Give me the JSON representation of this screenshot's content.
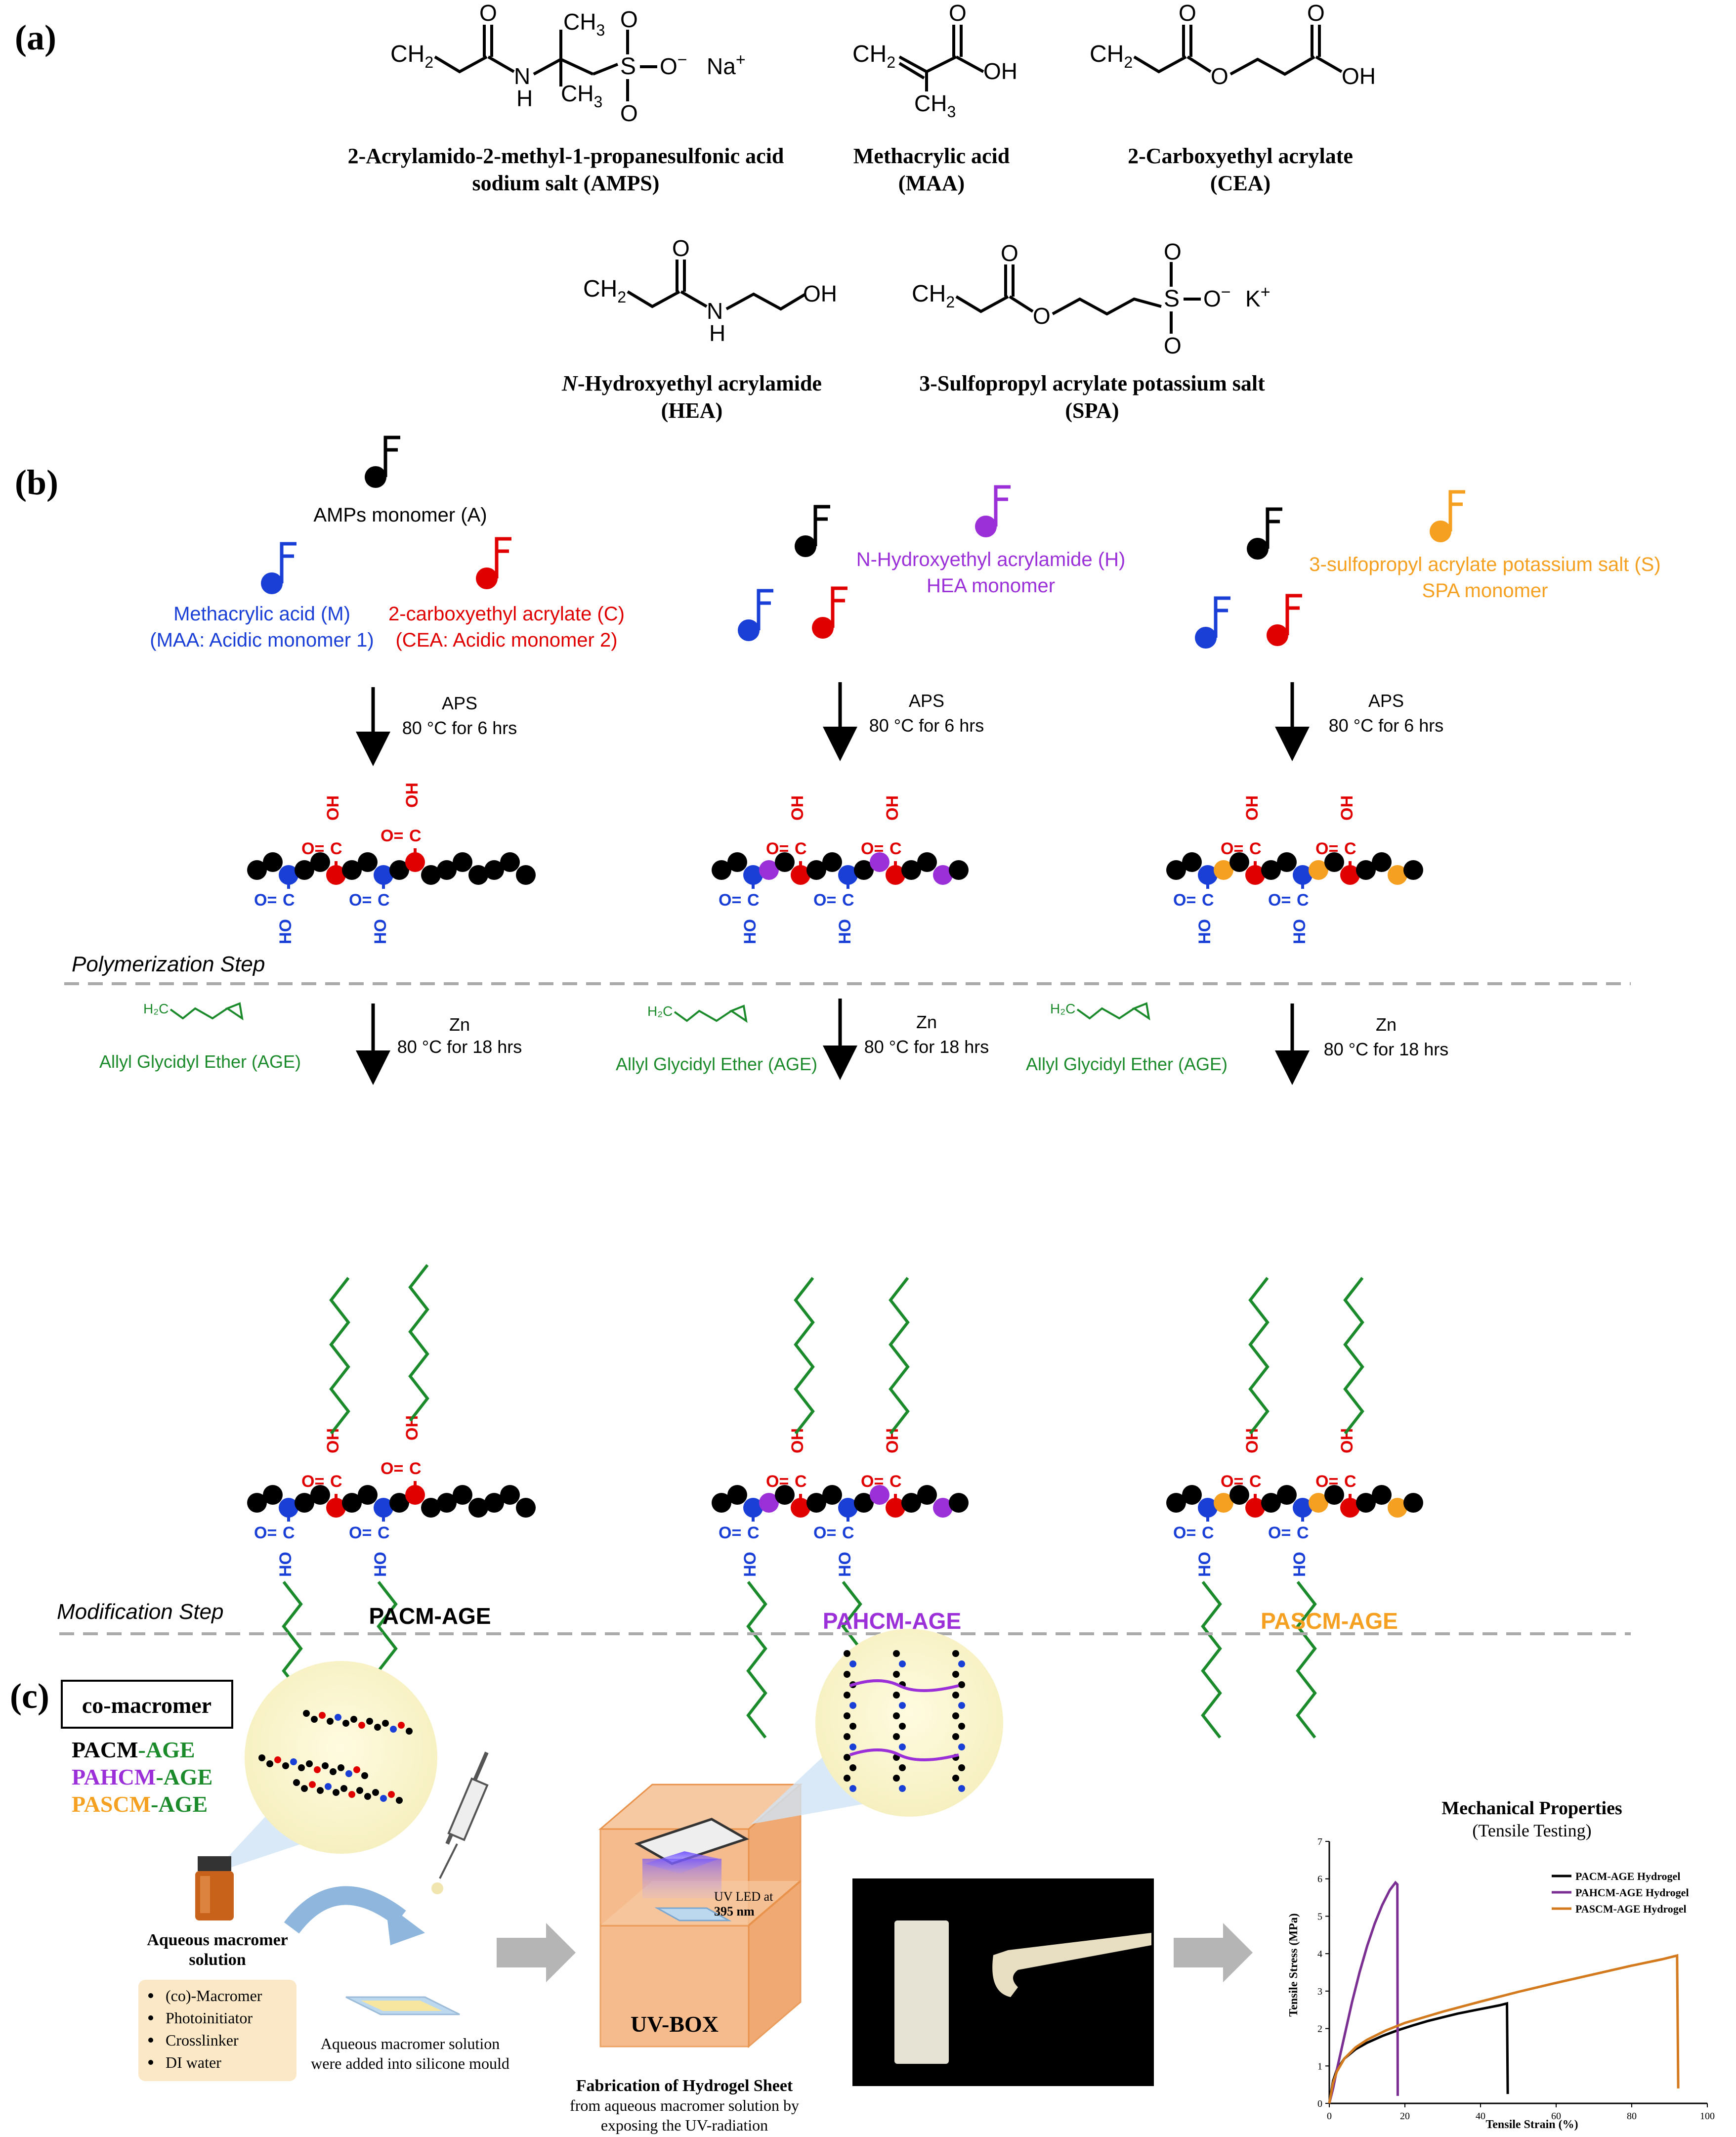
{
  "panels": {
    "a": "(a)",
    "b": "(b)",
    "c": "(c)"
  },
  "monomers": [
    {
      "name_line1": "2-Acrylamido-2-methyl-1-propanesulfonic acid",
      "name_line2": "sodium salt (AMPS)"
    },
    {
      "name_line1": "Methacrylic acid",
      "name_line2": "(MAA)"
    },
    {
      "name_line1": "2-Carboxyethyl acrylate",
      "name_line2": "(CEA)"
    },
    {
      "name_prefix": "N",
      "name_line1": "-Hydroxyethyl acrylamide",
      "name_line2": "(HEA)"
    },
    {
      "name_line1": "3-Sulfopropyl acrylate potassium salt",
      "name_line2": "(SPA)"
    }
  ],
  "atoms": {
    "ch2": "CH",
    "two": "2",
    "o": "O",
    "oh": "OH",
    "h": "H",
    "n": "N",
    "ch3": "CH",
    "three": "3",
    "s": "S",
    "o_minus": "O",
    "minus": "−",
    "na": "Na",
    "k": "K",
    "plus": "+",
    "c": "C",
    "ho": "HO",
    "h2c": "H₂C"
  },
  "legend_b": {
    "amps": "AMPs monomer (A)",
    "maa_line1": "Methacrylic acid (M)",
    "maa_line2": "(MAA: Acidic monomer 1)",
    "cea_line1": "2-carboxyethyl acrylate (C)",
    "cea_line2": "(CEA: Acidic monomer 2)",
    "hea_line1": "N-Hydroxyethyl acrylamide (H)",
    "hea_line2": "HEA monomer",
    "spa_line1": "3-sulfopropyl acrylate potassium salt (S)",
    "spa_line2": "SPA monomer"
  },
  "conditions": {
    "aps": "APS",
    "aps_temp": "80 °C for 6 hrs",
    "zn": "Zn",
    "zn_temp": "80 °C for 18 hrs",
    "age": "Allyl Glycidyl Ether (AGE)"
  },
  "steps": {
    "polymerization": "Polymerization Step",
    "modification": "Modification Step"
  },
  "products": [
    {
      "name": "PACM-AGE",
      "color": "#000000"
    },
    {
      "name": "PAHCM-AGE",
      "color": "#9b30d9"
    },
    {
      "name": "PASCM-AGE",
      "color": "#f5a020"
    }
  ],
  "colors": {
    "amps": "#000000",
    "maa": "#1a3fd6",
    "cea": "#e00000",
    "hea": "#9b30d9",
    "spa": "#f5a020",
    "age": "#1a8a2a"
  },
  "panel_c": {
    "comacromer_title": "co-macromer",
    "list": [
      {
        "prefix": "PACM",
        "suffix": "-AGE",
        "prefix_color": "#000000"
      },
      {
        "prefix": "PAHCM",
        "suffix": "-AGE",
        "prefix_color": "#9b30d9"
      },
      {
        "prefix": "PASCM",
        "suffix": "-AGE",
        "prefix_color": "#f5a020"
      }
    ],
    "vial_label_line1": "Aqueous macromer",
    "vial_label_line2": "solution",
    "ingredients": [
      "(co)-Macromer",
      "Photoinitiator",
      "Crosslinker",
      "DI water"
    ],
    "mould_line1": "Aqueous macromer solution",
    "mould_line2": "were added into silicone mould",
    "uv_led_line1": "UV LED at",
    "uv_led_line2": "395 nm",
    "uv_box": "UV-BOX",
    "fab_line1": "Fabrication of Hydrogel Sheet",
    "fab_line2": "from aqueous macromer solution by",
    "fab_line3": "exposing the UV-radiation"
  },
  "chart_data": {
    "type": "line",
    "title": "Mechanical Properties",
    "subtitle": "(Tensile Testing)",
    "xlabel": "Tensile Strain (%)",
    "ylabel": "Tensile Stress (MPa)",
    "xlim": [
      0,
      100
    ],
    "ylim": [
      0,
      7
    ],
    "xticks": [
      0,
      20,
      40,
      60,
      80,
      100
    ],
    "yticks": [
      0,
      1,
      2,
      3,
      4,
      5,
      6,
      7
    ],
    "legend_position": "top-right",
    "series": [
      {
        "name": "PACM-AGE Hydrogel",
        "color": "#000000",
        "x": [
          0,
          1,
          2,
          4,
          7,
          10,
          14,
          18,
          22,
          26,
          30,
          34,
          38,
          42,
          45,
          47,
          47.2
        ],
        "y": [
          0,
          0.6,
          0.9,
          1.2,
          1.45,
          1.62,
          1.8,
          1.95,
          2.08,
          2.2,
          2.3,
          2.4,
          2.48,
          2.56,
          2.62,
          2.67,
          0.25
        ]
      },
      {
        "name": "PAHCM-AGE Hydrogel",
        "color": "#7b2f93",
        "x": [
          0,
          1,
          2,
          4,
          6,
          8,
          10,
          12,
          14,
          16,
          17.5,
          18,
          18.1
        ],
        "y": [
          0,
          0.4,
          0.9,
          1.8,
          2.7,
          3.5,
          4.2,
          4.8,
          5.3,
          5.7,
          5.9,
          5.85,
          0.2
        ]
      },
      {
        "name": "PASCM-AGE Hydrogel",
        "color": "#d47a1e",
        "x": [
          0,
          1,
          2,
          4,
          7,
          10,
          15,
          20,
          30,
          40,
          50,
          60,
          70,
          80,
          88,
          92,
          92.3
        ],
        "y": [
          0,
          0.55,
          0.85,
          1.2,
          1.5,
          1.7,
          1.95,
          2.15,
          2.45,
          2.72,
          2.98,
          3.22,
          3.45,
          3.68,
          3.85,
          3.95,
          0.4
        ]
      }
    ]
  }
}
